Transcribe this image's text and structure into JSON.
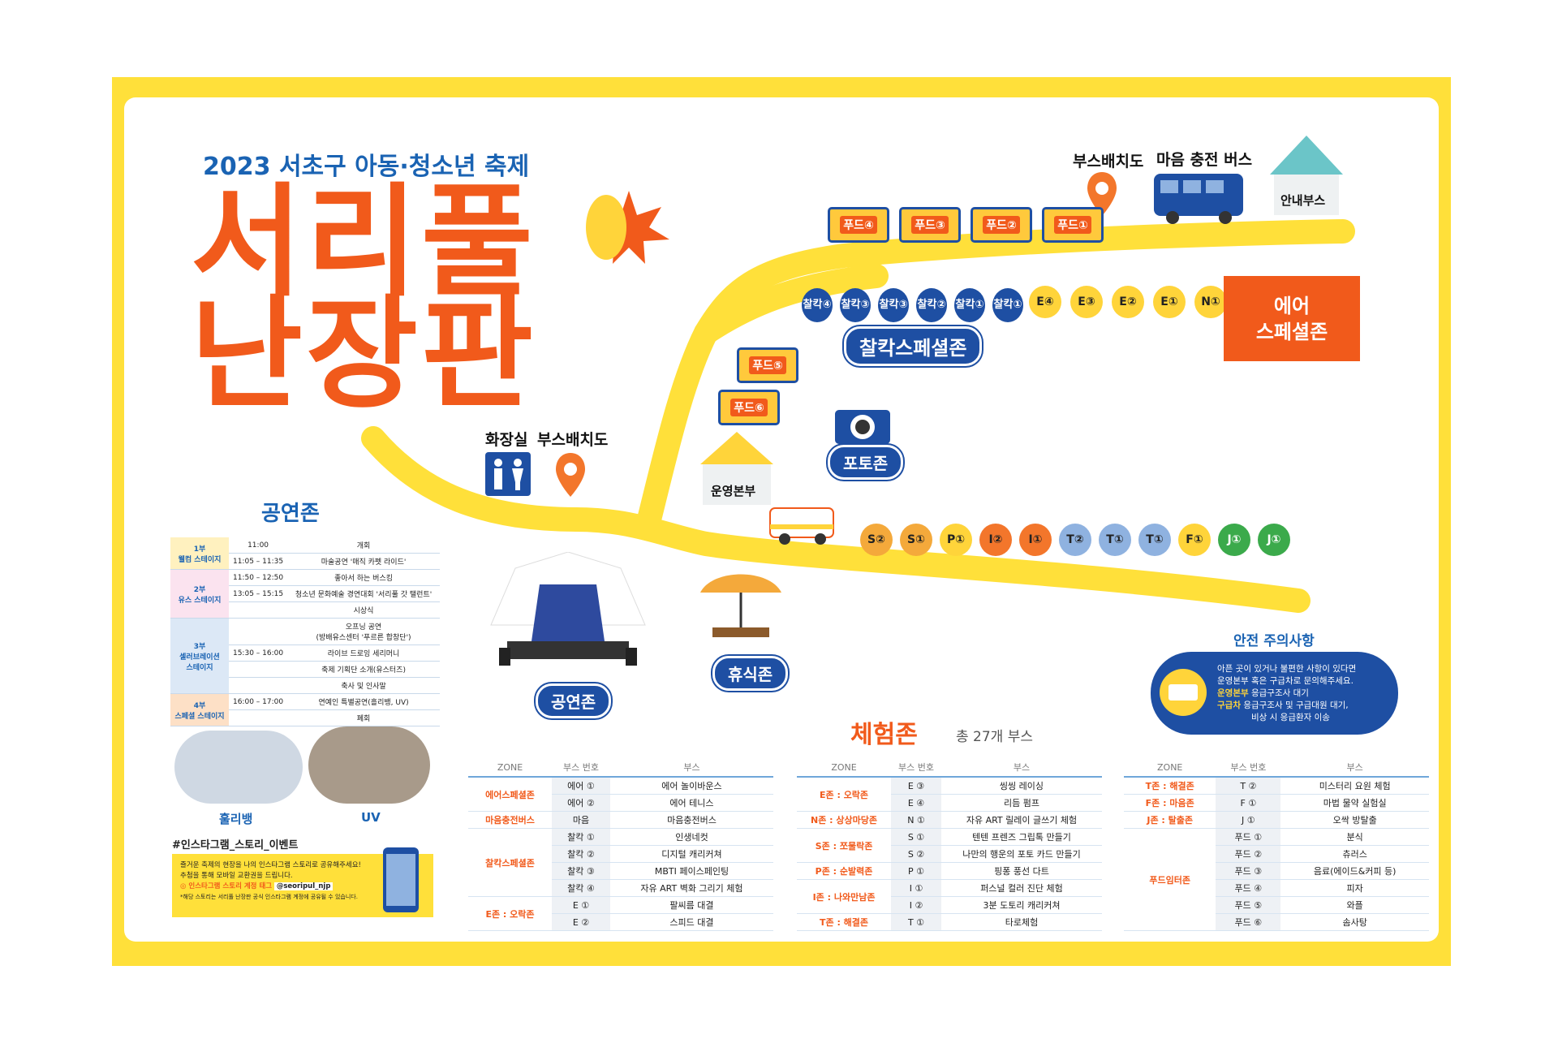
{
  "header": {
    "subtitle": "2023 서초구 아동·청소년 축제",
    "title_line1": "서리풀",
    "title_line2": "난장판"
  },
  "map": {
    "booth_map_top": "부스배치도",
    "charging_bus": "마음 충전 버스",
    "info_booth": "안내부스",
    "restroom": "화장실",
    "booth_map_left": "부스배치도",
    "hq": "운영본부",
    "photo_zone": "포토존",
    "chalkak_zone": "찰칵스페셜존",
    "air_zone": "에어\n스페셜존",
    "rest_zone": "휴식존",
    "stage_zone": "공연존",
    "food_trucks_top": [
      "푸드④",
      "푸드③",
      "푸드②",
      "푸드①"
    ],
    "food_trucks_mid": [
      "푸드⑤",
      "푸드⑥"
    ],
    "chalkak_badges": [
      "찰칵④",
      "찰칵③",
      "찰칵③",
      "찰칵②",
      "찰칵①",
      "찰칵①"
    ],
    "air_badges": [
      "E④",
      "E③",
      "E②",
      "E①",
      "N①"
    ],
    "bottom_badges": [
      {
        "label": "S②",
        "color": "#F4A93B"
      },
      {
        "label": "S①",
        "color": "#F4A93B"
      },
      {
        "label": "P①",
        "color": "#FFD43A"
      },
      {
        "label": "I②",
        "color": "#F3762B"
      },
      {
        "label": "I①",
        "color": "#F3762B"
      },
      {
        "label": "T②",
        "color": "#8FB2E0"
      },
      {
        "label": "T①",
        "color": "#8FB2E0"
      },
      {
        "label": "T①",
        "color": "#8FB2E0"
      },
      {
        "label": "F①",
        "color": "#FFD43A"
      },
      {
        "label": "J①",
        "color": "#3BAA4B"
      },
      {
        "label": "J①",
        "color": "#3BAA4B"
      }
    ]
  },
  "performance": {
    "title": "공연존",
    "rows": [
      {
        "part": "1부\n웰컴 스테이지",
        "time": "11:00",
        "desc": "개회"
      },
      {
        "part": "",
        "time": "11:05 – 11:35",
        "desc": "마술공연 '매직 카펫 라이드'"
      },
      {
        "part": "2부\n유스 스테이지",
        "time": "11:50 – 12:50",
        "desc": "좋아서 하는 버스킹"
      },
      {
        "part": "",
        "time": "13:05 – 15:15",
        "desc": "청소년 문화예술 경연대회 '서리풀 갓 탤런트'"
      },
      {
        "part": "",
        "time": "",
        "desc": "시상식"
      },
      {
        "part": "3부\n셀러브레이션\n스테이지",
        "time": "",
        "desc": "오프닝 공연\n(방배유스센터 '푸르른 합창단')"
      },
      {
        "part": "",
        "time": "15:30 – 16:00",
        "desc": "라이브 드로잉 세리머니"
      },
      {
        "part": "",
        "time": "",
        "desc": "축제 기획단 소개(유스터즈)"
      },
      {
        "part": "",
        "time": "",
        "desc": "축사 및 인사말"
      },
      {
        "part": "4부\n스페셜 스테이지",
        "time": "16:00 – 17:00",
        "desc": "연예인 특별공연(흘리뱅, UV)"
      },
      {
        "part": "",
        "time": "",
        "desc": "폐회"
      }
    ],
    "artist1": "훌리뱅",
    "artist2": "UV"
  },
  "insta": {
    "hashtag": "#인스타그램_스토리_이벤트",
    "line1": "즐거운 축제의 현장을 나의 인스타그램 스토리로 공유해주세요!",
    "line2": "추첨을 통해 모바일 교환권을 드립니다.",
    "tag_label": "◎ 인스타그램 스토리 계정 태그",
    "account": "@seoripul_njp",
    "note": "*해당 스토리는 서리풀 난장판 공식 인스타그램 계정에 공유될 수 있습니다."
  },
  "experience": {
    "title": "체험존",
    "count": "총 27개 부스",
    "headers": [
      "ZONE",
      "부스 번호",
      "부스"
    ],
    "table1": [
      [
        "에어스페셜존",
        "에어 ①",
        "에어 놀이바운스"
      ],
      [
        "",
        "에어 ②",
        "에어 테니스"
      ],
      [
        "마음충전버스",
        "마음",
        "마음충전버스"
      ],
      [
        "찰칵스페셜존",
        "찰칵 ①",
        "인생네컷"
      ],
      [
        "",
        "찰칵 ②",
        "디지털 캐리커쳐"
      ],
      [
        "",
        "찰칵 ③",
        "MBTI 페이스페인팅"
      ],
      [
        "",
        "찰칵 ④",
        "자유 ART 벽화 그리기 체험"
      ],
      [
        "E존 : 오락존",
        "E ①",
        "팔씨름 대결"
      ],
      [
        "",
        "E ②",
        "스피드 대결"
      ]
    ],
    "table2": [
      [
        "E존 : 오락존",
        "E ③",
        "씽씽 레이싱"
      ],
      [
        "",
        "E ④",
        "리듬 펌프"
      ],
      [
        "N존 : 상상마당존",
        "N ①",
        "자유 ART 릴레이 글쓰기 체험"
      ],
      [
        "S존 : 쪼물락존",
        "S ①",
        "텐텐 프렌즈 그립톡 만들기"
      ],
      [
        "",
        "S ②",
        "나만의 행운의 포토 카드 만들기"
      ],
      [
        "P존 : 순발력존",
        "P ①",
        "핑퐁 풍선 다트"
      ],
      [
        "I존 : 나와만남존",
        "I ①",
        "퍼스널 컬러 진단 체험"
      ],
      [
        "",
        "I ②",
        "3분 도토리 캐리커쳐"
      ],
      [
        "T존 : 해결존",
        "T ①",
        "타로체험"
      ]
    ],
    "table3": [
      [
        "T존 : 해결존",
        "T ②",
        "미스터리 요원 체험"
      ],
      [
        "F존 : 마음존",
        "F ①",
        "마법 물약 실험실"
      ],
      [
        "J존 : 탈출존",
        "J ①",
        "오싹 방탈출"
      ],
      [
        "푸드임터존",
        "푸드 ①",
        "분식"
      ],
      [
        "",
        "푸드 ②",
        "츄러스"
      ],
      [
        "",
        "푸드 ③",
        "음료(에이드&커피 등)"
      ],
      [
        "",
        "푸드 ④",
        "피자"
      ],
      [
        "",
        "푸드 ⑤",
        "와플"
      ],
      [
        "",
        "푸드 ⑥",
        "솜사탕"
      ]
    ]
  },
  "safety": {
    "title": "안전 주의사항",
    "line1": "아픈 곳이 있거나 불편한 사항이 있다면",
    "line2": "운영본부 혹은 구급차로 문의해주세요.",
    "hq_label": "운영본부",
    "hq_text": "응급구조사 대기",
    "amb_label": "구급차",
    "amb_text": "응급구조사 및 구급대원 대기,",
    "amb_text2": "비상 시 응급환자 이송"
  },
  "colors": {
    "frame": "#FFE03A",
    "brand_orange": "#F15A1B",
    "brand_blue": "#1E4FA3",
    "road": "#FFE03A"
  }
}
